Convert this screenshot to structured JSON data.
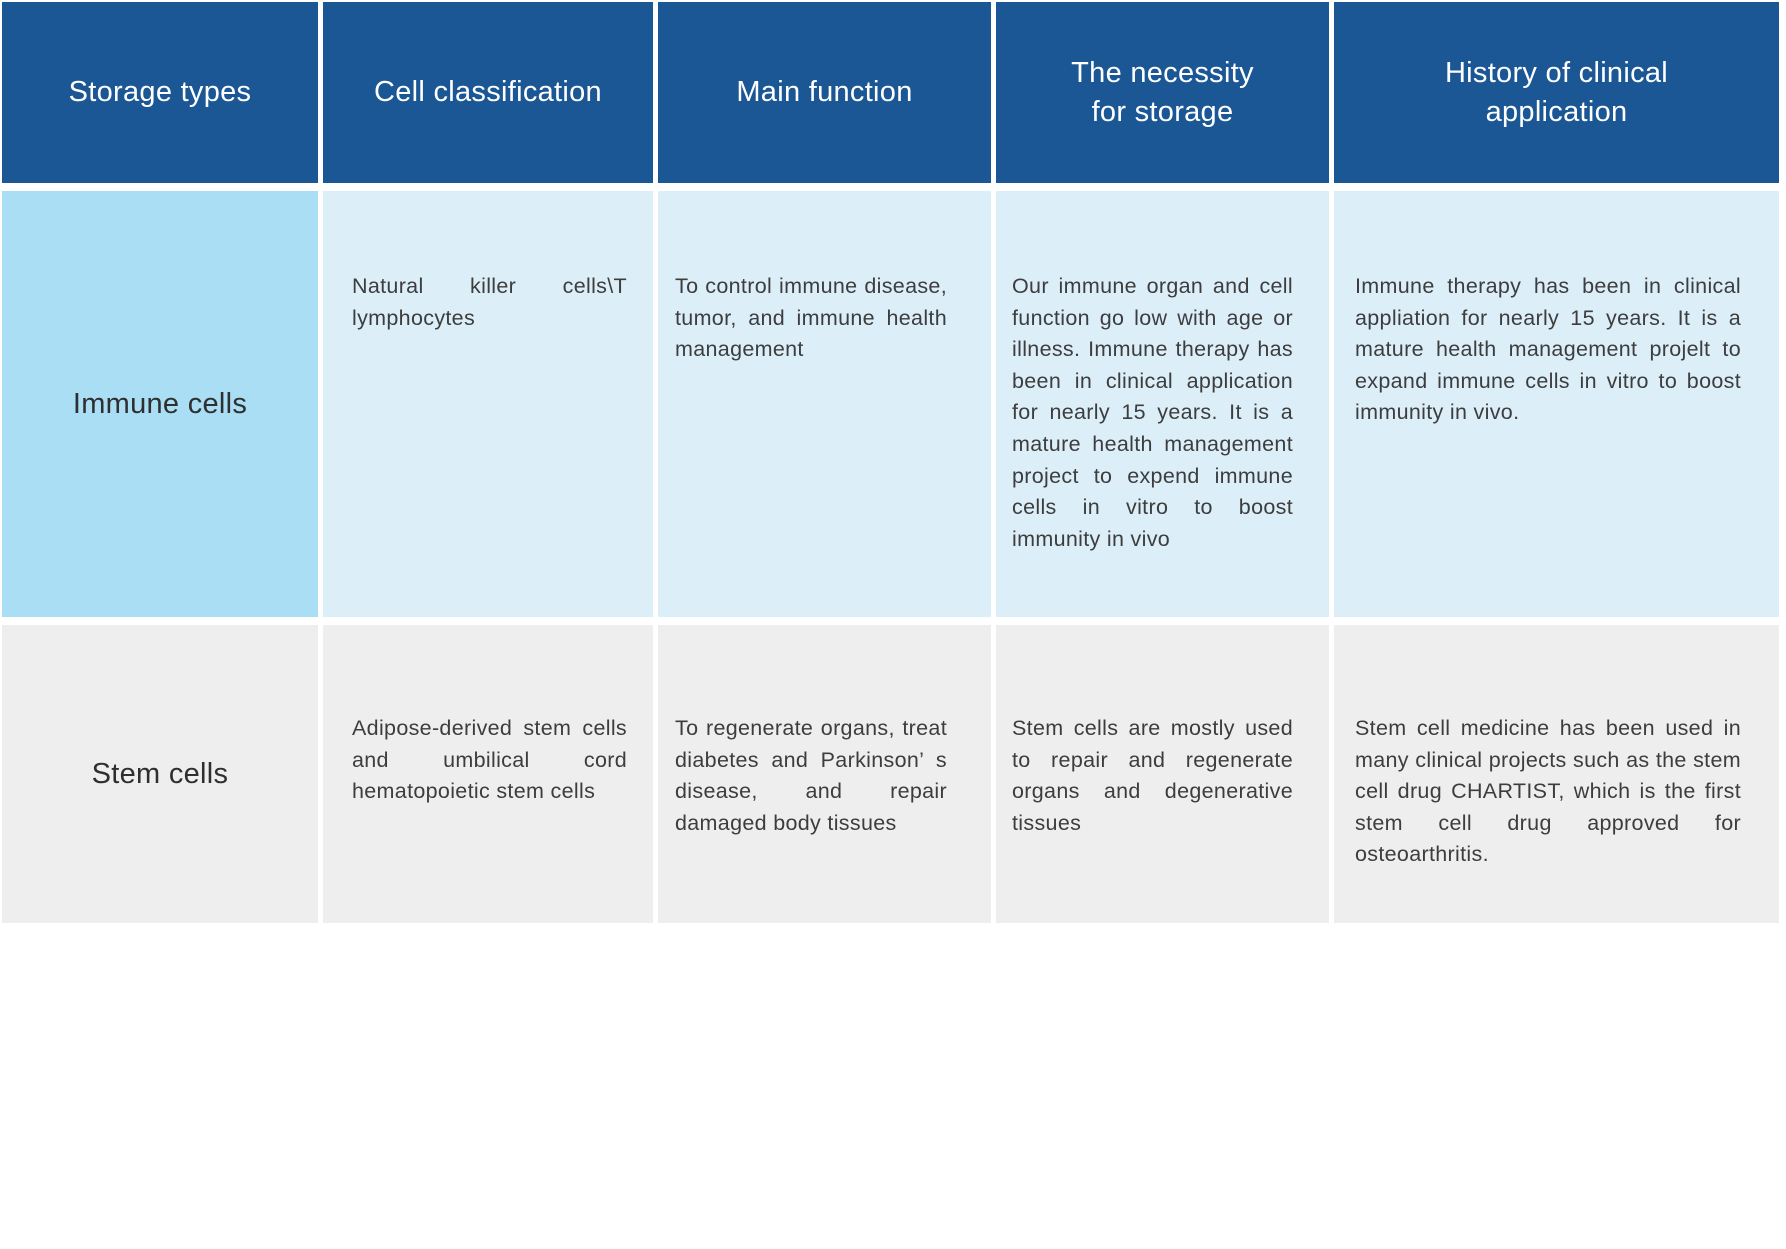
{
  "chart_data": {
    "type": "table",
    "columns": [
      "Storage types",
      "Cell classification",
      "Main function",
      "The necessity for storage",
      "History of clinical application"
    ],
    "rows": [
      [
        "Immune cells",
        "Natural killer cells\\T lymphocytes",
        "To control immune disease, tumor, and immune health management",
        "Our immune organ and cell function go low with age or illness.  Immune therapy has been in clinical application for nearly 15 years.  It is a mature health management project to expend immune cells in vitro to boost immunity in vivo",
        "Immune therapy has been in clinical appliation for nearly 15 years. It is a mature health management projelt to expand immune cells in vitro to boost immunity in vivo."
      ],
      [
        "Stem cells",
        "Adipose-derived stem cells and umbilical cord hematopoietic stem cells",
        "To regenerate organs, treat diabetes and Parkinson’ s disease, and repair damaged body tissues",
        "Stem cells are mostly used to repair and regenerate organs and degenerative tissues",
        "Stem cell medicine has been used in many clinical projects such as the stem cell drug CHARTIST, which is the first stem cell drug approved for osteoarthritis."
      ]
    ],
    "layout": {
      "grid": "off",
      "legend": "none",
      "header_row": true,
      "row_count": 2,
      "column_count": 5
    }
  },
  "colors": {
    "header_bg": "#1A5794",
    "header_text": "#FFFFFF",
    "immune_label_bg": "#A9DEF4",
    "immune_row_bg": "#DCEFF9",
    "stem_row_bg": "#EFEEEE",
    "body_text": "#3D3D3D",
    "divider": "#FFFFFF"
  }
}
